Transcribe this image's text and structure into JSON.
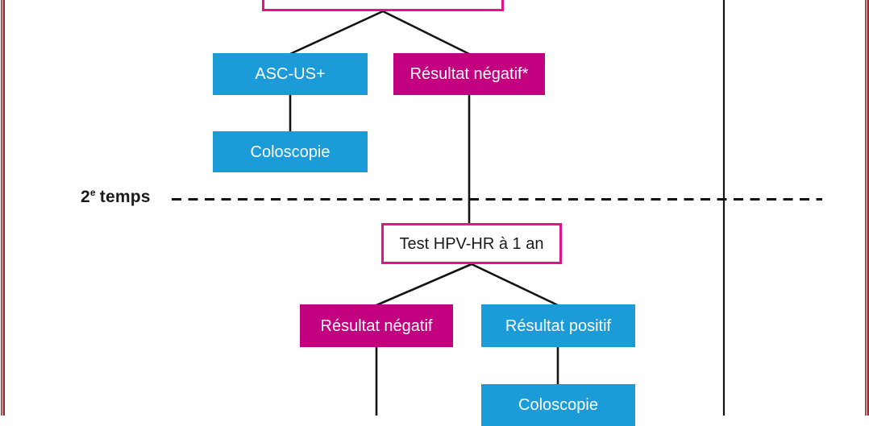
{
  "colors": {
    "blue": "#1B9CD9",
    "magenta": "#C3007F",
    "outline_pink": "#E6128A",
    "border_red": "#9D2B36",
    "line_black": "#141414"
  },
  "flowchart": {
    "top_box_label": "",
    "first_phase": {
      "asc_us": "ASC-US+",
      "resultat_negatif": "Résultat négatif*",
      "coloscopie": "Coloscopie"
    },
    "phase_label": {
      "num": "2",
      "sup": "e",
      "word": "temps"
    },
    "second_phase": {
      "test_hpv": "Test HPV-HR à 1 an",
      "resultat_negatif": "Résultat négatif",
      "resultat_positif": "Résultat positif",
      "coloscopie": "Coloscopie"
    }
  }
}
